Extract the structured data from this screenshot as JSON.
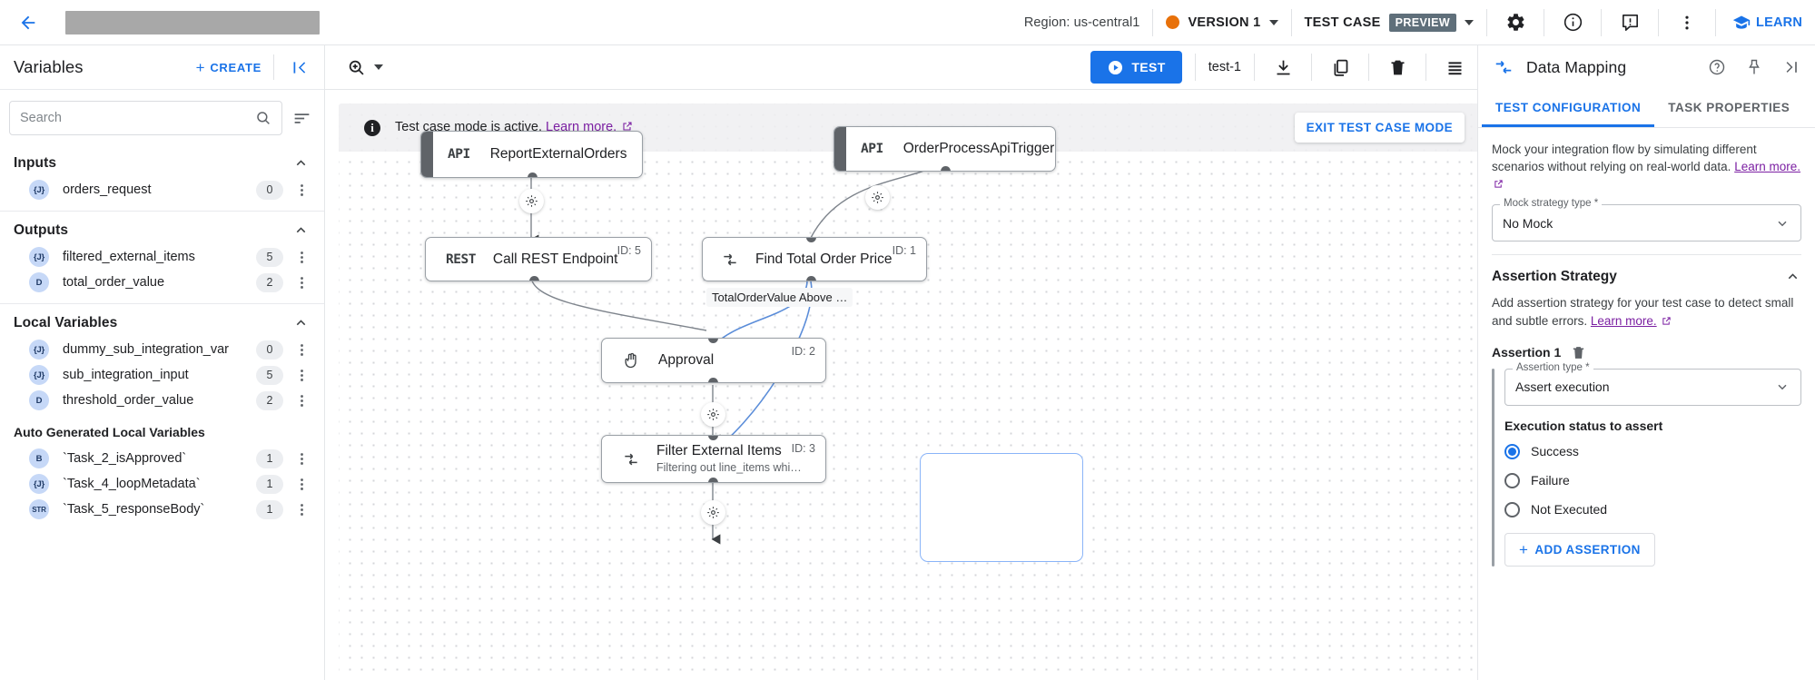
{
  "topbar": {
    "back_icon": "back-arrow-icon",
    "redacted_title": "",
    "region": "Region: us-central1",
    "version_label": "VERSION 1",
    "version_dot_color": "#e8710a",
    "testcase_label": "TEST CASE",
    "preview_badge": "PREVIEW",
    "icons": [
      "gear-icon",
      "info-icon",
      "feedback-icon",
      "kebab-menu-icon"
    ],
    "learn_label": "LEARN"
  },
  "sidebar": {
    "title": "Variables",
    "create_label": "CREATE",
    "search_placeholder": "Search",
    "search_value": "",
    "sections": [
      {
        "title": "Inputs",
        "items": [
          {
            "type": "{J}",
            "name": "orders_request",
            "count": "0"
          }
        ]
      },
      {
        "title": "Outputs",
        "items": [
          {
            "type": "{J}",
            "name": "filtered_external_items",
            "count": "5"
          },
          {
            "type": "D",
            "name": "total_order_value",
            "count": "2"
          }
        ]
      },
      {
        "title": "Local Variables",
        "items": [
          {
            "type": "{J}",
            "name": "dummy_sub_integration_var",
            "count": "0"
          },
          {
            "type": "{J}",
            "name": "sub_integration_input",
            "count": "5"
          },
          {
            "type": "D",
            "name": "threshold_order_value",
            "count": "2"
          }
        ]
      }
    ],
    "auto_section": {
      "title": "Auto Generated Local Variables",
      "items": [
        {
          "type": "B",
          "name": "`Task_2_isApproved`",
          "count": "1"
        },
        {
          "type": "{J}",
          "name": "`Task_4_loopMetadata`",
          "count": "1"
        },
        {
          "type": "STR",
          "name": "`Task_5_responseBody`",
          "count": "1"
        }
      ]
    }
  },
  "canvas_toolbar": {
    "zoom_icon": "zoom-icon",
    "test_button": "TEST",
    "test_name": "test-1",
    "icons": [
      "download-icon",
      "copy-icon",
      "delete-icon",
      "list-icon"
    ]
  },
  "canvas": {
    "banner_text": "Test case mode is active.",
    "banner_link": "Learn more.",
    "exit_button": "EXIT TEST CASE MODE",
    "nodes": [
      {
        "icon": "API",
        "title": "ReportExternalOrders",
        "subtitle": "",
        "id_label": ""
      },
      {
        "icon": "API",
        "title": "OrderProcessApiTrigger",
        "subtitle": "",
        "id_label": ""
      },
      {
        "icon": "REST",
        "title": "Call REST Endpoint",
        "subtitle": "",
        "id_label": "ID: 5"
      },
      {
        "icon": "mapping",
        "title": "Find Total Order Price",
        "subtitle": "",
        "id_label": "ID: 1"
      },
      {
        "icon": "hand",
        "title": "Approval",
        "subtitle": "",
        "id_label": "ID: 2"
      },
      {
        "icon": "mapping",
        "title": "Filter External Items",
        "subtitle": "Filtering out line_items whi…",
        "id_label": "ID: 3"
      }
    ],
    "edge_label": "TotalOrderValue Above …"
  },
  "right_panel": {
    "title": "Data Mapping",
    "header_icons": [
      "mapping-icon",
      "help-icon",
      "pin-icon",
      "collapse-right-icon"
    ],
    "tabs": [
      {
        "label": "TEST CONFIGURATION",
        "active": true
      },
      {
        "label": "TASK PROPERTIES",
        "active": false
      }
    ],
    "mock_desc_1": "Mock your integration flow by simulating different scenarios without",
    "mock_desc_2": "relying on real-world data.",
    "mock_desc_link": "Learn more.",
    "mock_field_label": "Mock strategy type *",
    "mock_field_value": "No Mock",
    "assertion_section_title": "Assertion Strategy",
    "assertion_desc_1": "Add assertion strategy for your test case to detect small and subtle",
    "assertion_desc_2": "errors.",
    "assertion_desc_link": "Learn more.",
    "assertion_label": "Assertion 1",
    "assertion_type_label": "Assertion type *",
    "assertion_type_value": "Assert execution",
    "execution_status_label": "Execution status to assert",
    "radio_options": [
      {
        "label": "Success",
        "selected": true
      },
      {
        "label": "Failure",
        "selected": false
      },
      {
        "label": "Not Executed",
        "selected": false
      }
    ],
    "add_assertion_label": "ADD ASSERTION"
  }
}
